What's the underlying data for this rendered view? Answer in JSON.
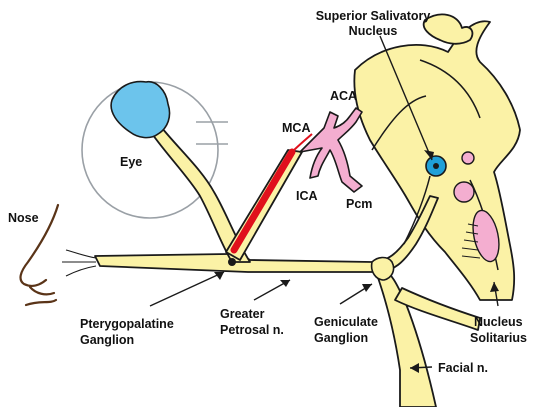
{
  "labels": {
    "superior_salivatory_line1": "Superior Salivatory",
    "superior_salivatory_line2": "Nucleus",
    "aca": "ACA",
    "mca": "MCA",
    "ica": "ICA",
    "pcm": "Pcm",
    "eye": "Eye",
    "nose": "Nose",
    "pterygopalatine_line1": "Pterygopalatine",
    "pterygopalatine_line2": "Ganglion",
    "greater_petrosal_line1": "Greater",
    "greater_petrosal_line2": "Petrosal n.",
    "geniculate_line1": "Geniculate",
    "geniculate_line2": "Ganglion",
    "nucleus_solitarius_line1": "Nucleus",
    "nucleus_solitarius_line2": "Solitarius",
    "facial_n": "Facial n."
  },
  "colors": {
    "nerve_fill": "#fbf2a6",
    "outline": "#1a1a1a",
    "vessel_pink": "#f4aed0",
    "eye_blue": "#6cc4ec",
    "nucleus_blue": "#1fa0d8",
    "artery_red": "#e0101c",
    "eyeball_outline": "#9aa0a6",
    "nose_brown": "#5a3418"
  }
}
